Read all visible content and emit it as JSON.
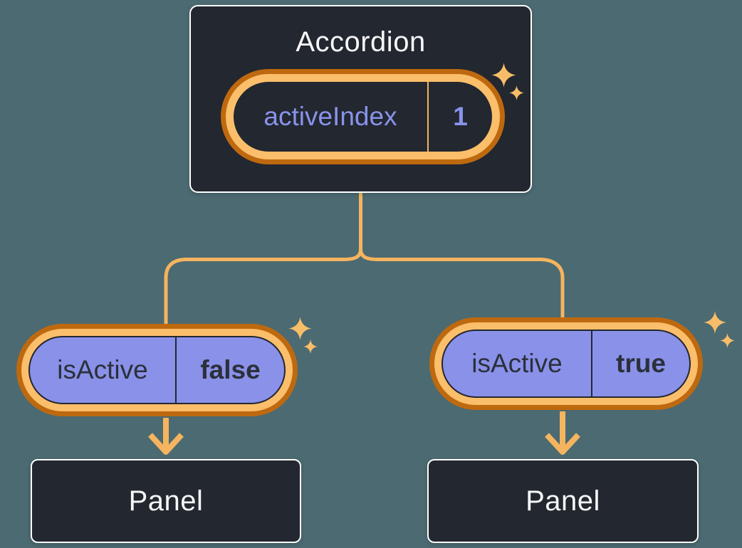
{
  "diagram": {
    "background_color": "#4C6A71",
    "node_fill": "#23272F",
    "node_border_color": "#FFFFFF",
    "ring_orange_light": "#FBBE6B",
    "ring_orange_dark": "#BE690F",
    "connector_color": "#F5B45F",
    "sparkle_color": "#F8BD68",
    "pill_purple_fill": "#8A91E9",
    "purple_text_color": "#8893EB",
    "dark_text_color": "#2B303B",
    "light_text_color": "#F6F7F9"
  },
  "accordion": {
    "title": "Accordion",
    "state_pill": {
      "name": "activeIndex",
      "value": "1"
    }
  },
  "children": [
    {
      "prop_pill": {
        "name": "isActive",
        "value": "false"
      },
      "panel": {
        "label": "Panel"
      }
    },
    {
      "prop_pill": {
        "name": "isActive",
        "value": "true"
      },
      "panel": {
        "label": "Panel"
      }
    }
  ]
}
